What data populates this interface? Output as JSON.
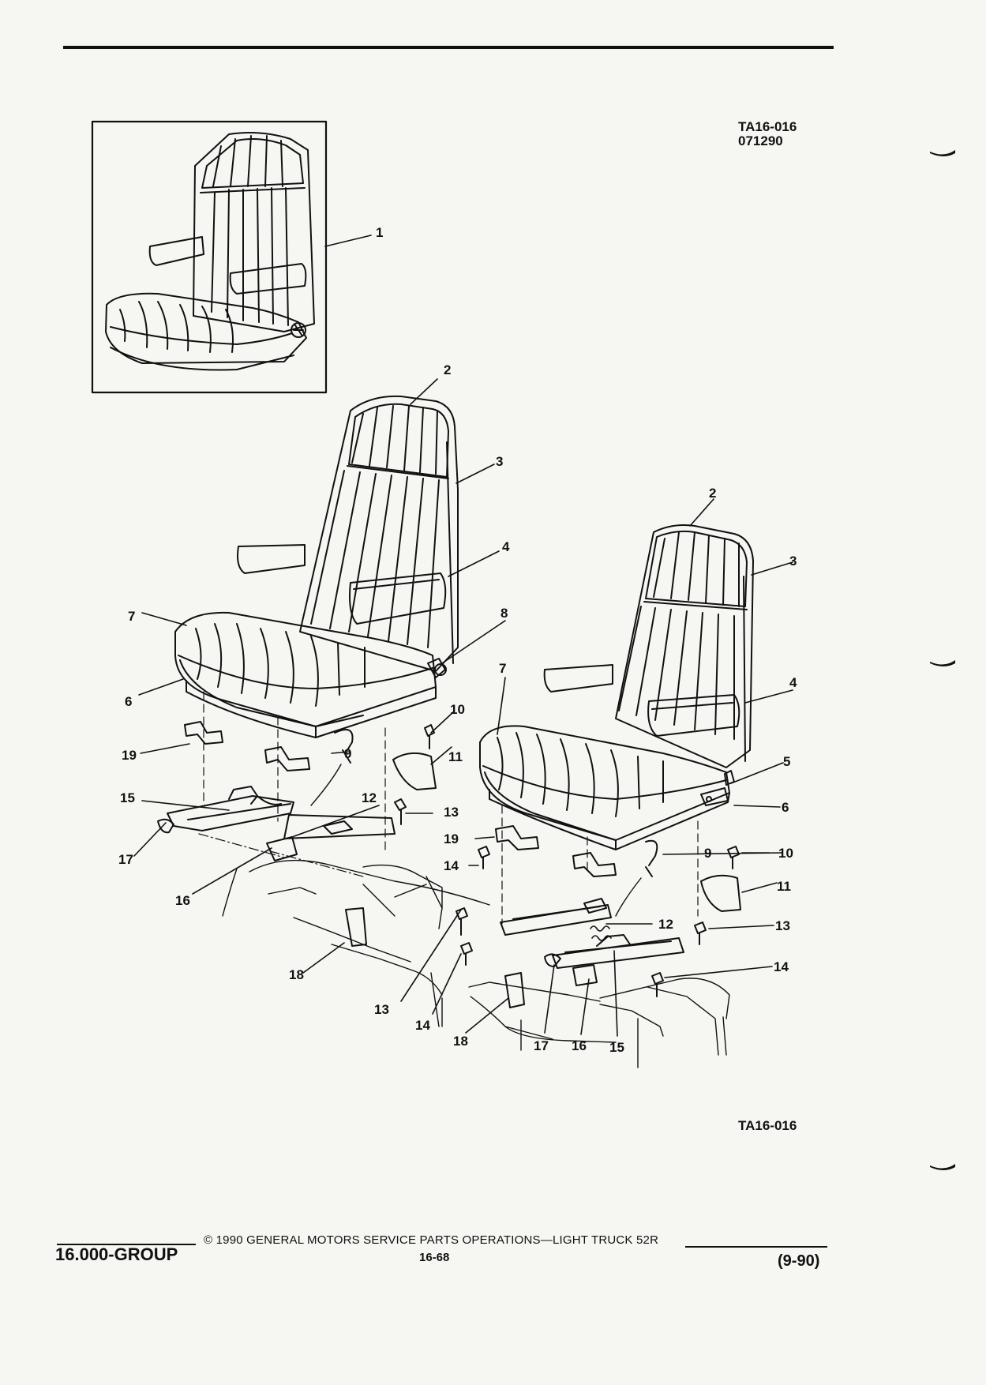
{
  "header": {
    "ref_id": "TA16-016",
    "ref_date": "071290"
  },
  "figure": {
    "bottom_ref": "TA16-016",
    "callouts": {
      "c1": "1",
      "c2": "2",
      "c3": "3",
      "c4": "4",
      "c5": "5",
      "c6": "6",
      "c7": "7",
      "c8": "8",
      "c9": "9",
      "c10": "10",
      "c11": "11",
      "c12": "12",
      "c13": "13",
      "c14": "14",
      "c15": "15",
      "c16": "16",
      "c17": "17",
      "c18": "18",
      "c19": "19"
    }
  },
  "footer": {
    "group": "16.000-GROUP",
    "copyright": "© 1990 GENERAL MOTORS SERVICE PARTS OPERATIONS—LIGHT TRUCK 52R",
    "page": "16-68",
    "date": "(9-90)"
  }
}
